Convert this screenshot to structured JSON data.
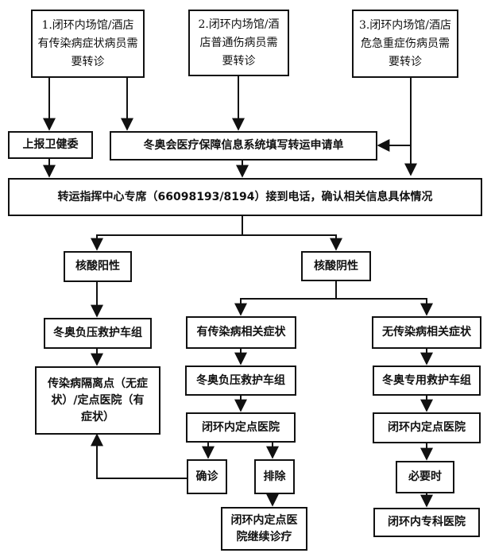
{
  "nodes": {
    "start1": "1.闭环内场馆/酒店有传染病症状病员需要转诊",
    "start2": "2.闭环内场馆/酒店普通伤病员需要转诊",
    "start3": "3.闭环内场馆/酒店危急重症伤病员需要转诊",
    "report": "上报卫健委",
    "system": "冬奥会医疗保障信息系统填写转运申请单",
    "command": "转运指挥中心专席（66098193/8194）接到电话，确认相关信息具体情况",
    "positive": "核酸阳性",
    "negative": "核酸阴性",
    "neg_pressure_1": "冬奥负压救护车组",
    "isolation": "传染病隔离点（无症状）/定点医院（有症状）",
    "with_symptoms": "有传染病相关症状",
    "without_symptoms": "无传染病相关症状",
    "neg_pressure_2": "冬奥负压救护车组",
    "dedicated_ambulance": "冬奥专用救护车组",
    "designated_hospital_1": "闭环内定点医院",
    "designated_hospital_2": "闭环内定点医院",
    "confirmed": "确诊",
    "excluded": "排除",
    "continue_treatment": "闭环内定点医院继续诊疗",
    "when_needed": "必要时",
    "specialty_hospital": "闭环内专科医院"
  }
}
